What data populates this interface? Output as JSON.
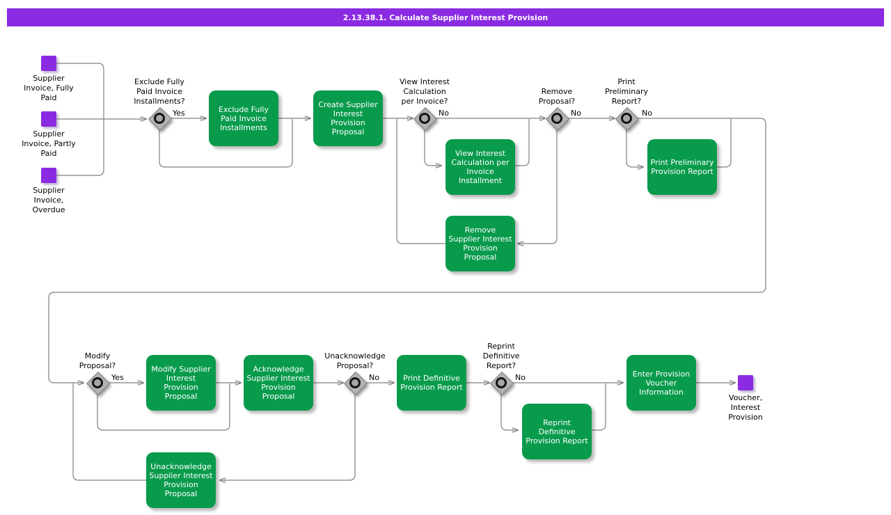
{
  "title": "2.13.38.1. Calculate Supplier Interest Provision",
  "colors": {
    "title-bar": "#8A2BE2",
    "event": "#8A2BE2",
    "activity": "#099B4C",
    "line": "#808080",
    "gateway-fill": "#b3b3b3",
    "text": "#000000"
  },
  "events": {
    "e1": {
      "label": "Supplier\nInvoice, Fully\nPaid"
    },
    "e2": {
      "label": "Supplier\nInvoice, Partly\nPaid"
    },
    "e3": {
      "label": "Supplier\nInvoice,\nOverdue"
    },
    "e4": {
      "label": "Voucher,\nInterest\nProvision"
    }
  },
  "gateways": {
    "g1": {
      "question": "Exclude Fully\nPaid Invoice\nInstallments?",
      "answer": "Yes"
    },
    "g2": {
      "question": "View Interest\nCalculation\nper Invoice?",
      "answer": "No"
    },
    "g3": {
      "question": "Remove\nProposal?",
      "answer": "No"
    },
    "g4": {
      "question": "Print\nPreliminary\nReport?",
      "answer": "No"
    },
    "g5": {
      "question": "Modify\nProposal?",
      "answer": "Yes"
    },
    "g6": {
      "question": "Unacknowledge\nProposal?",
      "answer": "No"
    },
    "g7": {
      "question": "Reprint\nDefinitive\nReport?",
      "answer": "No"
    }
  },
  "activities": {
    "a1": {
      "label": "Exclude Fully\nPaid Invoice\nInstallments"
    },
    "a2": {
      "label": "Create Supplier\nInterest\nProvision\nProposal"
    },
    "a3": {
      "label": "View Interest\nCalculation per\nInvoice\nInstallment"
    },
    "a4": {
      "label": "Print Preliminary\nProvision Report"
    },
    "a5": {
      "label": "Remove\nSupplier Interest\nProvision\nProposal"
    },
    "a6": {
      "label": "Modify Supplier\nInterest\nProvision\nProposal"
    },
    "a7": {
      "label": "Acknowledge\nSupplier Interest\nProvision\nProposal"
    },
    "a8": {
      "label": "Print Definitive\nProvision Report"
    },
    "a9": {
      "label": "Reprint\nDefinitive\nProvision Report"
    },
    "a10": {
      "label": "Unacknowledge\nSupplier Interest\nProvision\nProposal"
    },
    "a11": {
      "label": "Enter Provision\nVoucher\nInformation"
    }
  }
}
